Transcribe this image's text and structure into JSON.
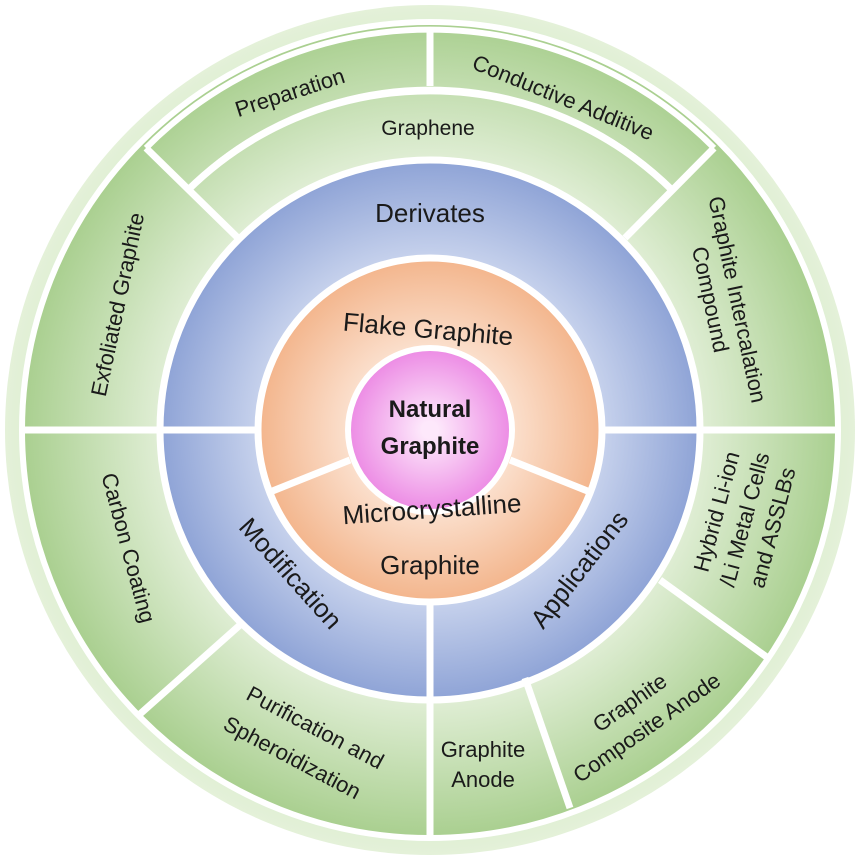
{
  "center": {
    "line1": "Natural",
    "line2": "Graphite"
  },
  "inner_ring": {
    "flake": "Flake Graphite",
    "micro_line1": "Microcrystalline",
    "micro_line2": "Graphite"
  },
  "middle_ring": {
    "derivates": "Derivates",
    "modification": "Modification",
    "applications": "Applications"
  },
  "ring3": {
    "graphene": "Graphene",
    "exfoliated": "Exfoliated Graphite",
    "gic_line1": "Graphite Intercalation",
    "gic_line2": "Compound",
    "carbon_coating": "Carbon Coating",
    "purification_line1": "Purification and",
    "purification_line2": "Spheroidization",
    "anode_line1": "Graphite",
    "anode_line2": "Anode",
    "composite_line1": "Graphite",
    "composite_line2": "Composite Anode",
    "hybrid_line1": "Hybrid Li-ion",
    "hybrid_line2": "/Li Metal Cells",
    "hybrid_line3": "and ASSLBs"
  },
  "ring4": {
    "preparation": "Preparation",
    "conductive": "Conductive Additive"
  },
  "colors": {
    "green_light": "#e8f3df",
    "green_dark": "#a9cf8f",
    "blue_light": "#dbe3f5",
    "blue_dark": "#92a6d8",
    "orange_light": "#fde6d7",
    "orange_dark": "#f4b890",
    "pink_light": "#fbe0fa",
    "pink_dark": "#ee8fe6",
    "separator": "#ffffff"
  }
}
